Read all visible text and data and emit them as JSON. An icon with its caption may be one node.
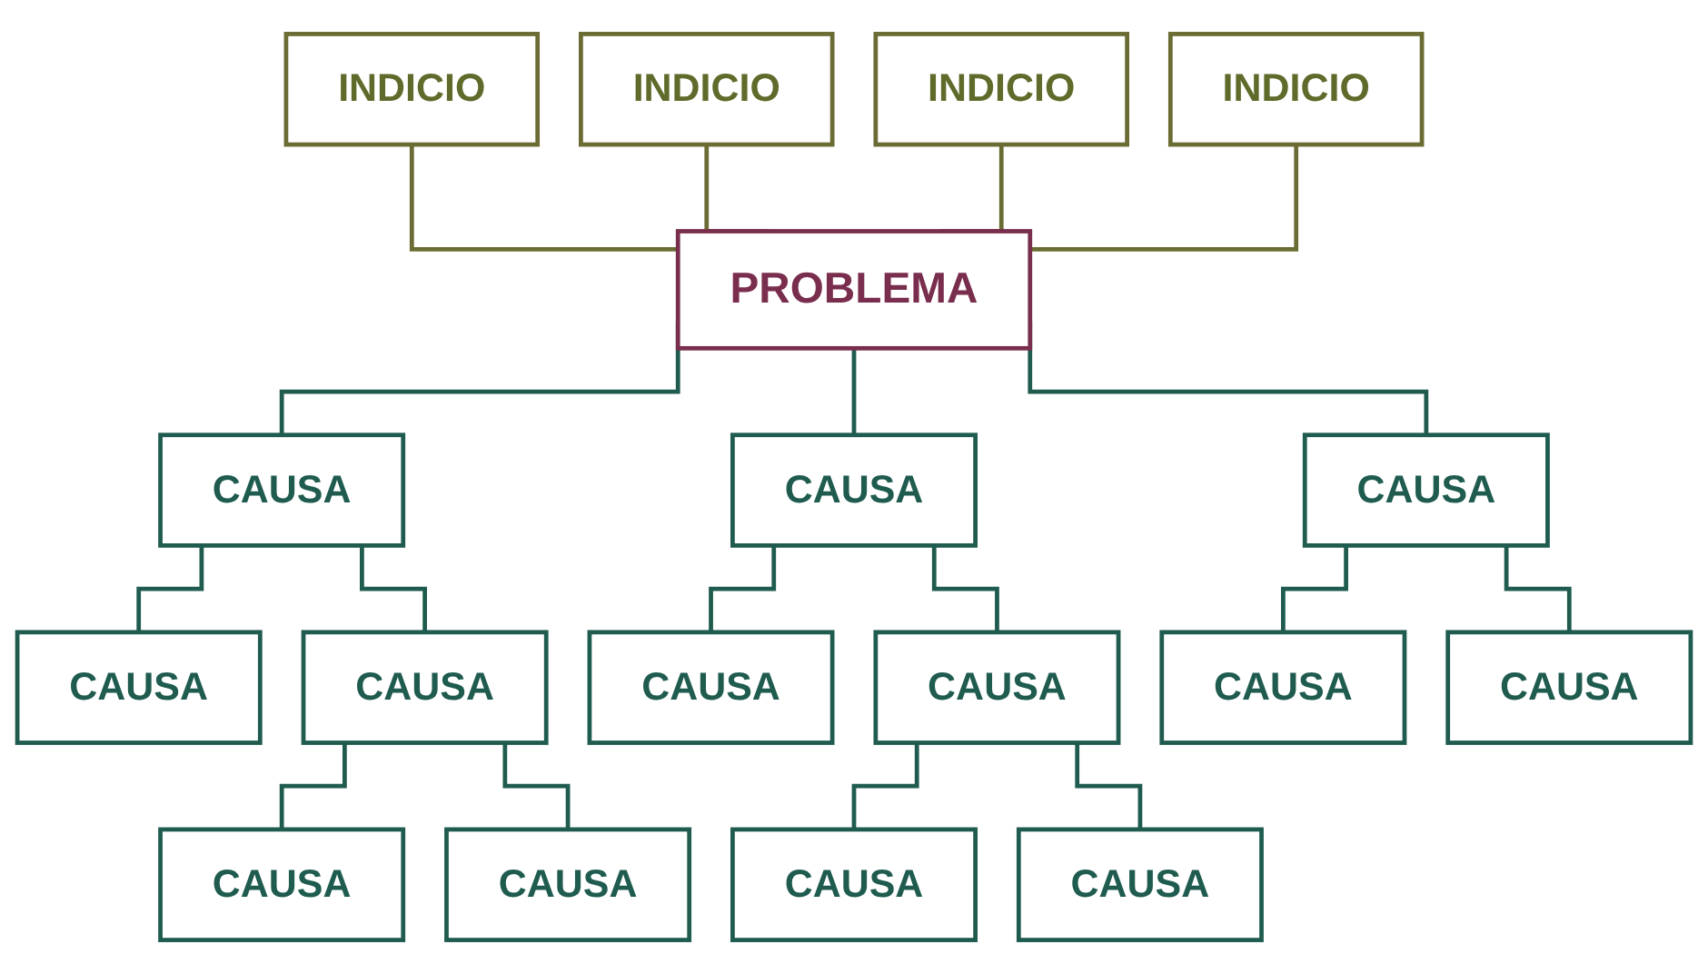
{
  "diagram": {
    "nodes": [
      {
        "text": [
          "INDICIO"
        ]
      },
      {
        "text": [
          "INDICIO"
        ]
      },
      {
        "text": [
          "INDICIO"
        ]
      },
      {
        "text": [
          "INDICIO"
        ]
      },
      {
        "text": [
          "PROBLEMA"
        ]
      },
      {
        "text": [
          "CAUSA"
        ]
      },
      {
        "text": [
          "CAUSA"
        ]
      },
      {
        "text": [
          "CAUSA"
        ]
      },
      {
        "text": [
          "CAUSA"
        ]
      },
      {
        "text": [
          "CAUSA"
        ]
      },
      {
        "text": [
          "CAUSA"
        ]
      },
      {
        "text": [
          "CAUSA"
        ]
      },
      {
        "text": [
          "CAUSA"
        ]
      },
      {
        "text": [
          "CAUSA"
        ]
      },
      {
        "text": [
          "CAUSA"
        ]
      },
      {
        "text": [
          "CAUSA"
        ]
      },
      {
        "text": [
          "CAUSA"
        ]
      },
      {
        "text": [
          "CAUSA"
        ]
      }
    ],
    "edges": [
      {
        "from": 0,
        "to": 4,
        "arrow": "none",
        "color": "#6b6b34"
      },
      {
        "from": 1,
        "to": 4,
        "arrow": "none",
        "color": "#6b6b34"
      },
      {
        "from": 2,
        "to": 4,
        "arrow": "none",
        "color": "#6b6b34"
      },
      {
        "from": 3,
        "to": 4,
        "arrow": "none",
        "color": "#6b6b34"
      },
      {
        "from": 4,
        "to": 5,
        "arrow": "none"
      },
      {
        "from": 4,
        "to": 6,
        "arrow": "none"
      },
      {
        "from": 4,
        "to": 7,
        "arrow": "none"
      },
      {
        "from": 5,
        "to": 8,
        "arrow": "none"
      },
      {
        "from": 5,
        "to": 9,
        "arrow": "none"
      },
      {
        "from": 6,
        "to": 10,
        "arrow": "none"
      },
      {
        "from": 6,
        "to": 11,
        "arrow": "none"
      },
      {
        "from": 7,
        "to": 12,
        "arrow": "none"
      },
      {
        "from": 7,
        "to": 13,
        "arrow": "none"
      },
      {
        "from": 9,
        "to": 14,
        "arrow": "none"
      },
      {
        "from": 9,
        "to": 15,
        "arrow": "none"
      },
      {
        "from": 11,
        "to": 16,
        "arrow": "none"
      },
      {
        "from": 11,
        "to": 17,
        "arrow": "none"
      }
    ]
  }
}
